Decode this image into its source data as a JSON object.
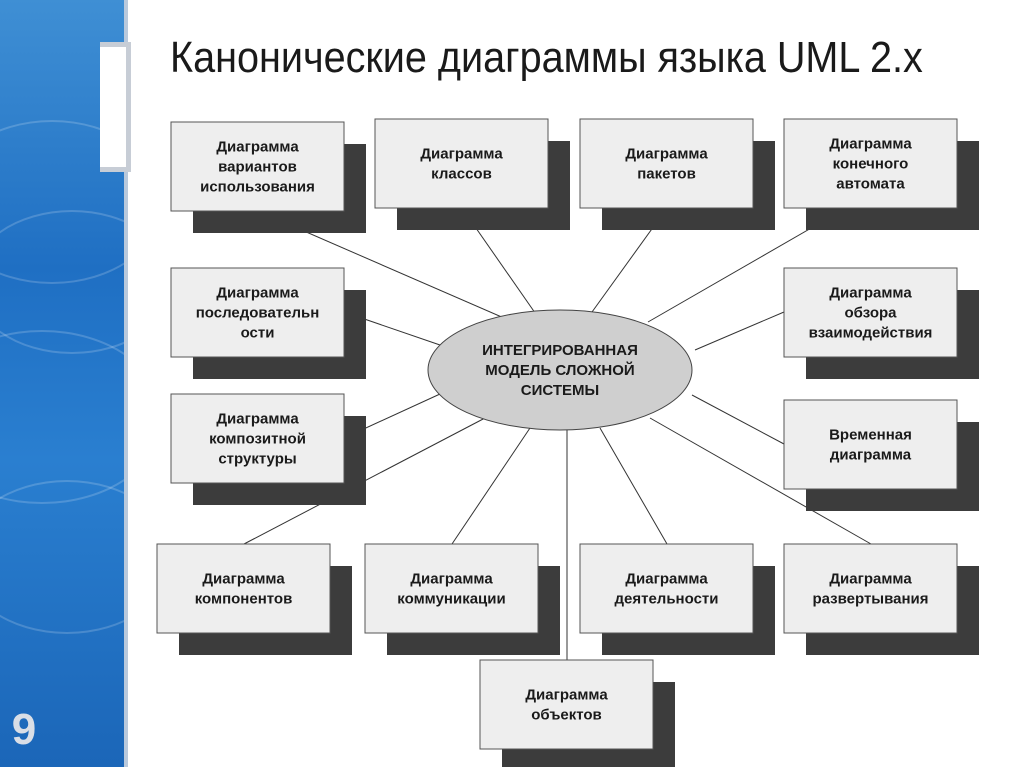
{
  "slide": {
    "title": "Канонические диаграммы языка UML 2.x",
    "number": "9"
  },
  "diagram": {
    "center": {
      "lines": [
        "ИНТЕГРИРОВАННАЯ",
        "МОДЕЛЬ СЛОЖНОЙ",
        "СИСТЕМЫ"
      ]
    },
    "nodes": [
      {
        "id": "use-case",
        "lines": [
          "Диаграмма",
          "вариантов",
          "использования"
        ]
      },
      {
        "id": "class",
        "lines": [
          "Диаграмма",
          "классов"
        ]
      },
      {
        "id": "package",
        "lines": [
          "Диаграмма",
          "пакетов"
        ]
      },
      {
        "id": "state-machine",
        "lines": [
          "Диаграмма",
          "конечного",
          "автомата"
        ]
      },
      {
        "id": "sequence",
        "lines": [
          "Диаграмма",
          "последовательн",
          "ости"
        ]
      },
      {
        "id": "interaction-overview",
        "lines": [
          "Диаграмма",
          "обзора",
          "взаимодействия"
        ]
      },
      {
        "id": "composite-structure",
        "lines": [
          "Диаграмма",
          "композитной",
          "структуры"
        ]
      },
      {
        "id": "timing",
        "lines": [
          "Временная",
          "диаграмма"
        ]
      },
      {
        "id": "component",
        "lines": [
          "Диаграмма",
          "компонентов"
        ]
      },
      {
        "id": "communication",
        "lines": [
          "Диаграмма",
          "коммуникации"
        ]
      },
      {
        "id": "activity",
        "lines": [
          "Диаграмма",
          "деятельности"
        ]
      },
      {
        "id": "deployment",
        "lines": [
          "Диаграмма",
          "развертывания"
        ]
      },
      {
        "id": "object",
        "lines": [
          "Диаграмма",
          "объектов"
        ]
      }
    ]
  }
}
